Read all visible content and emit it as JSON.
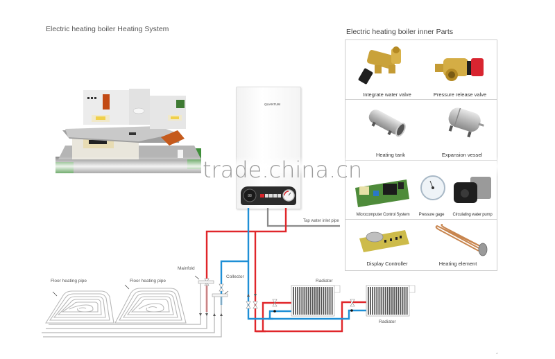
{
  "left_section": {
    "title": "Electric heating boiler Heating System"
  },
  "right_section": {
    "title": "Electric heating boiler inner Parts",
    "parts": [
      {
        "label": "Integrate water valve",
        "icon": "brass-valve-icon"
      },
      {
        "label": "Pressure release valve",
        "icon": "pressure-release-valve-icon"
      },
      {
        "label": "Heating tank",
        "icon": "heating-tank-icon"
      },
      {
        "label": "Expansion vessel",
        "icon": "expansion-vessel-icon"
      },
      {
        "label": "Microcomputer Control System",
        "icon": "circuit-board-icon"
      },
      {
        "label": "Pressure gage",
        "icon": "pressure-gauge-icon"
      },
      {
        "label": "Circulating water pump",
        "icon": "water-pump-icon"
      },
      {
        "label": "Display Controller",
        "icon": "display-controller-icon"
      },
      {
        "label": "Heating element",
        "icon": "heating-element-icon"
      }
    ]
  },
  "diagram": {
    "labels": {
      "floor_pipe_1": "Floor heating pipe",
      "floor_pipe_2": "Floor heating pipe",
      "mainfold": "Mainfold",
      "collector": "Collector",
      "radiator_1": "Radiator",
      "radiator_2": "Radiator",
      "tap_water": "Tap water inlet pipe"
    },
    "boiler_brand": "QUANTUM",
    "colors": {
      "hot_pipe": "#e0262a",
      "cold_pipe": "#1e8fd6",
      "inlet_pipe": "#8a8a8a",
      "floor_pipe": "#b8b8b8"
    }
  },
  "watermark": "trade.china.cn",
  "footer_mark": "ᵃⁱ"
}
